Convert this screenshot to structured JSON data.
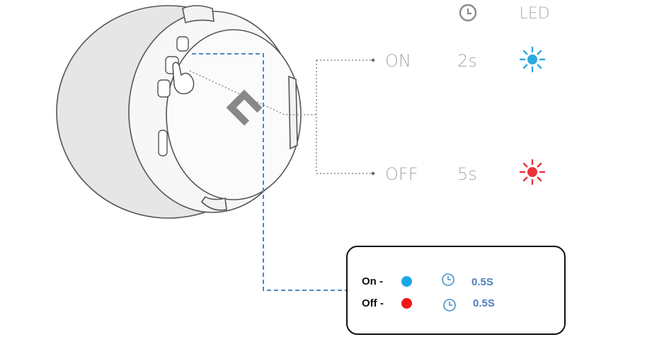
{
  "header": {
    "led_label": "LED"
  },
  "rows": [
    {
      "state": "ON",
      "time": "2s",
      "led_color": "#29a9e1"
    },
    {
      "state": "OFF",
      "time": "5s",
      "led_color": "#e8333c"
    }
  ],
  "legend": {
    "items": [
      {
        "label": "On -",
        "dot_color": "#1aa7e8",
        "time": "0.5S"
      },
      {
        "label": "Off -",
        "dot_color": "#f01616",
        "time": "0.5S"
      }
    ]
  },
  "colors": {
    "line_gray": "#9a9a9a",
    "text_gray": "#a8a8a8",
    "dashed_blue": "#4f86c6",
    "clock_blue": "#4a90c4"
  },
  "icons": [
    "clock-icon",
    "led-icon",
    "headphone-illustration",
    "hand-pointer-icon"
  ]
}
